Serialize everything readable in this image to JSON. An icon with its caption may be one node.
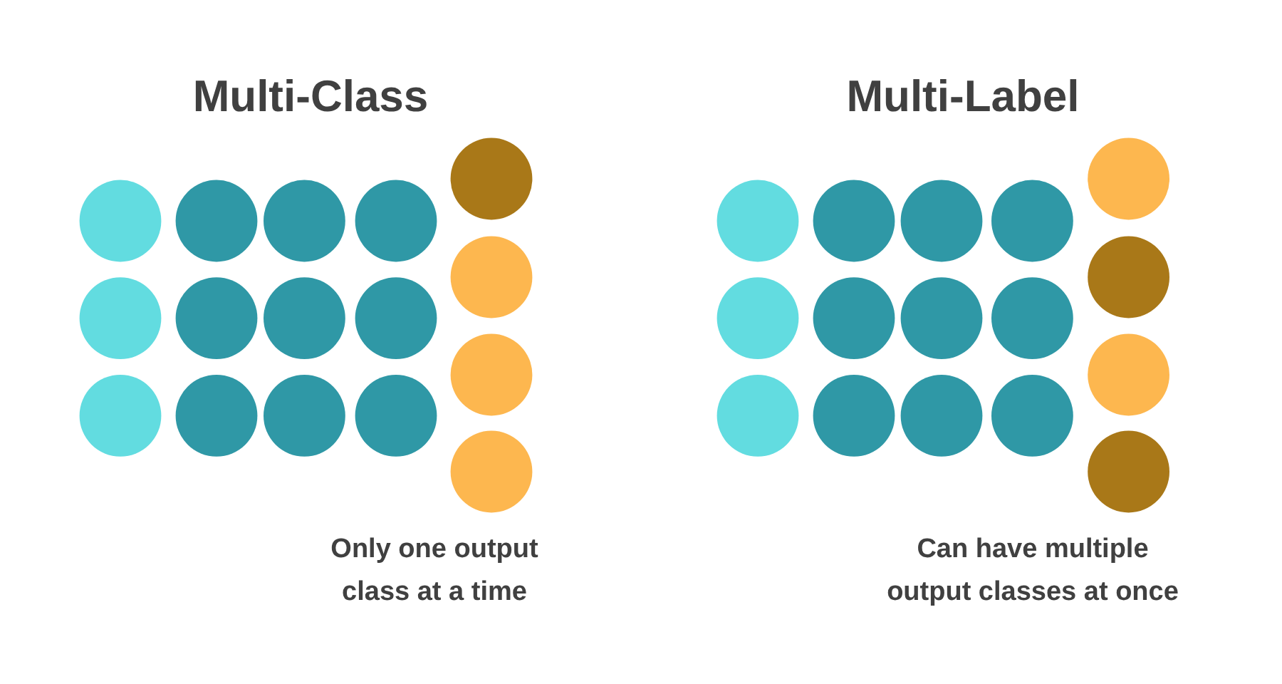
{
  "diagram": {
    "labels": [
      "Multi-Class",
      "Multi-Label",
      "Only one output class at a time",
      "Can have multiple output classes at once"
    ]
  }
}
